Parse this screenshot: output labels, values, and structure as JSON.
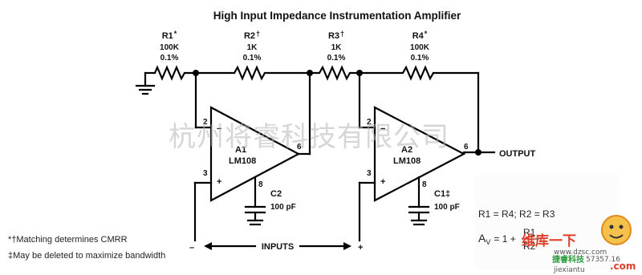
{
  "title": "High Input Impedance Instrumentation Amplifier",
  "watermark": "杭州将睿科技有限公司",
  "resistors": [
    {
      "name": "R1",
      "mark": "*",
      "value": "100K",
      "tol": "0.1%"
    },
    {
      "name": "R2",
      "mark": "†",
      "value": "1K",
      "tol": "0.1%"
    },
    {
      "name": "R3",
      "mark": "†",
      "value": "1K",
      "tol": "0.1%"
    },
    {
      "name": "R4",
      "mark": "*",
      "value": "100K",
      "tol": "0.1%"
    }
  ],
  "amps": [
    {
      "name": "A1",
      "part": "LM108",
      "pin_inv": "2",
      "pin_noninv": "3",
      "pin_out": "6",
      "pin_comp": "8"
    },
    {
      "name": "A2",
      "part": "LM108",
      "pin_inv": "2",
      "pin_noninv": "3",
      "pin_out": "6",
      "pin_comp": "8"
    }
  ],
  "caps": [
    {
      "name": "C2",
      "value": "100 pF"
    },
    {
      "name": "C1‡",
      "value": "100 pF"
    }
  ],
  "output_label": "OUTPUT",
  "inputs_label": "INPUTS",
  "input_minus": "–",
  "input_plus": "+",
  "notes": [
    "*†Matching determines CMRR",
    "‡May be deleted to maximize bandwidth"
  ],
  "formula": {
    "condition": "R1 = R4; R2 = R3",
    "lhs": "A",
    "lhs_sub": "V",
    "eq": "= 1 +",
    "num": "R1",
    "den": "R2"
  },
  "site_logo": {
    "cn_text": "维库一下",
    "site": "www.dzsc.com",
    "cn_small": "捷睿科技",
    "pinyin": "jiexiantu",
    "number": "57357.16",
    "com": ".com"
  }
}
